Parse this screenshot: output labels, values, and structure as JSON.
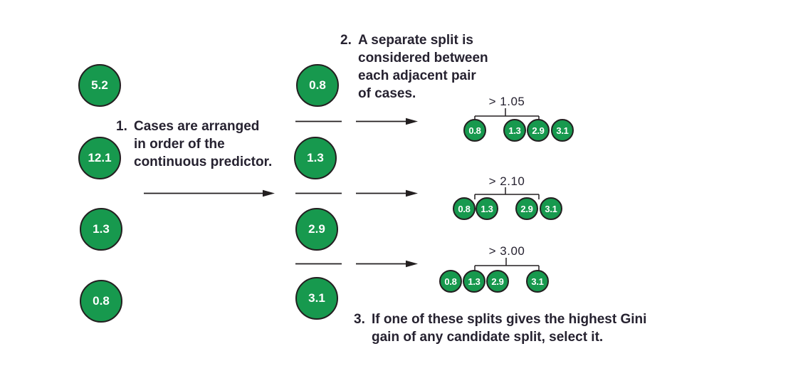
{
  "colors": {
    "node_fill": "#17994e",
    "node_stroke": "#231f20",
    "node_text": "#ffffff",
    "ink": "#262230",
    "background": "#ffffff"
  },
  "unsorted_column": {
    "items": [
      "5.2",
      "12.1",
      "1.3",
      "0.8"
    ]
  },
  "sorted_column": {
    "items": [
      "0.8",
      "1.3",
      "2.9",
      "3.1"
    ]
  },
  "captions": {
    "step1_number": "1.",
    "step1_text": "Cases are arranged\nin order of the\ncontinuous predictor.",
    "step2_number": "2.",
    "step2_text": "A separate split is\nconsidered between\neach adjacent pair\nof cases.",
    "step3_number": "3.",
    "step3_text": "If one of these splits gives the highest Gini\ngain of any candidate split, select it."
  },
  "splits": [
    {
      "threshold": "> 1.05",
      "nodes": [
        "0.8",
        "1.3",
        "2.9",
        "3.1"
      ]
    },
    {
      "threshold": "> 2.10",
      "nodes": [
        "0.8",
        "1.3",
        "2.9",
        "3.1"
      ]
    },
    {
      "threshold": "> 3.00",
      "nodes": [
        "0.8",
        "1.3",
        "2.9",
        "3.1"
      ]
    }
  ]
}
